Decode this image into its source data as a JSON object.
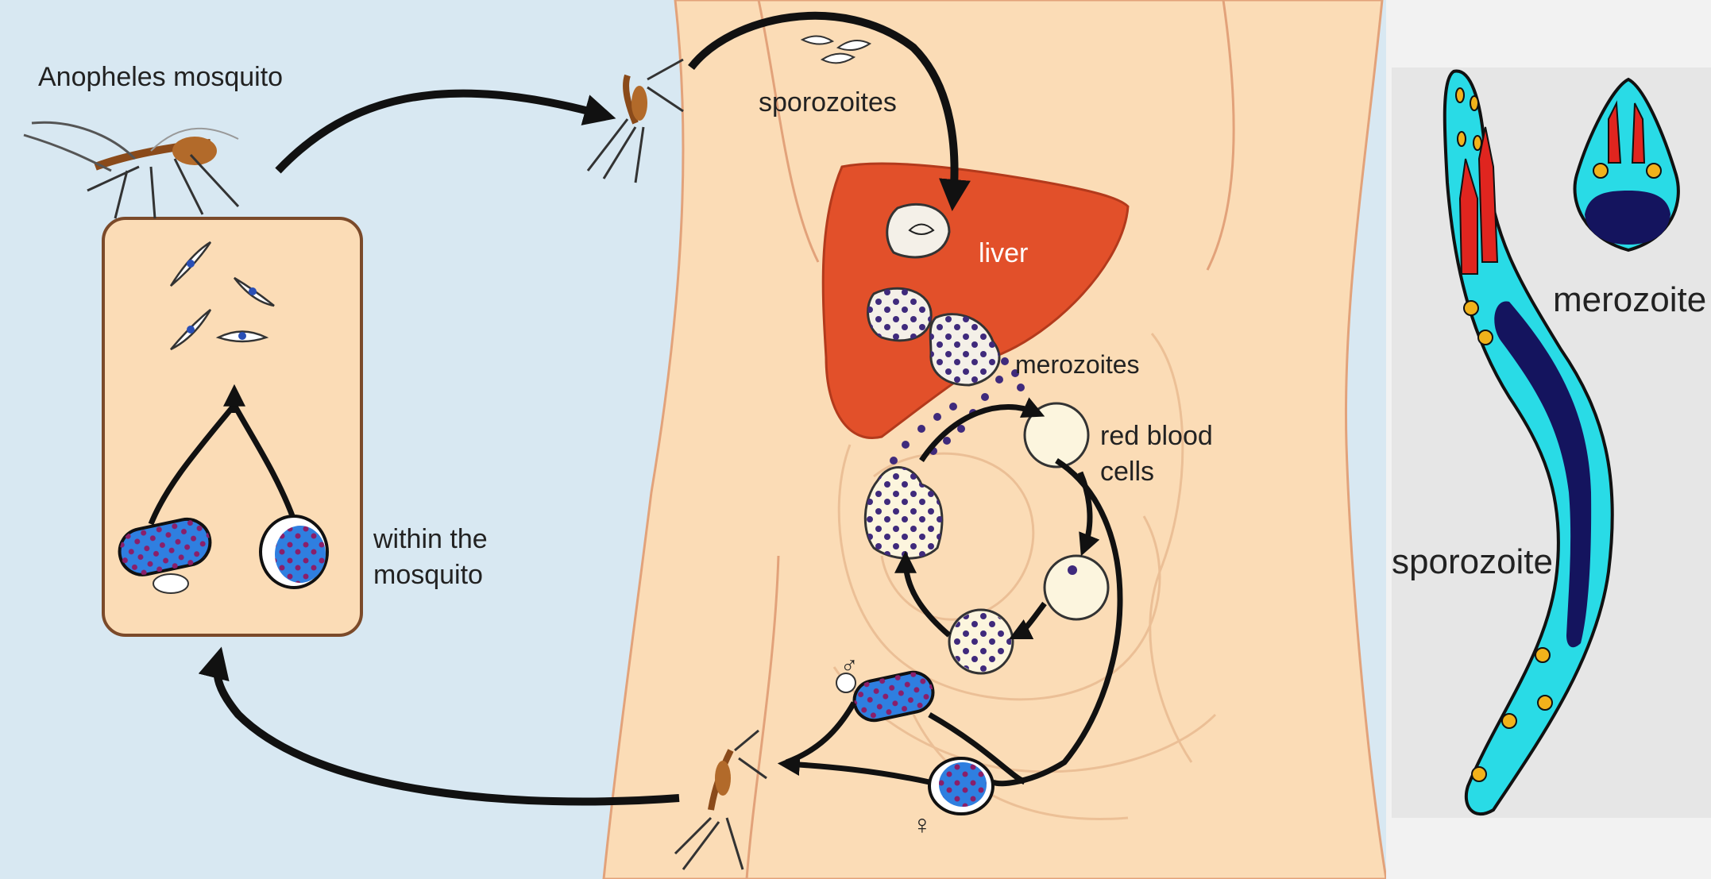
{
  "labels": {
    "mosquito": "Anopheles mosquito",
    "within1": "within the",
    "within2": "mosquito",
    "sporozoites": "sporozoites",
    "liver": "liver",
    "merozoites": "merozoites",
    "rbc1": "red blood",
    "rbc2": "cells",
    "merozoite": "merozoite",
    "sporozoite": "sporozoite"
  },
  "symbols": {
    "male": "♂",
    "female": "♀"
  },
  "colors": {
    "sky": "#d8e8f2",
    "skin": "#fbdcb6",
    "liver": "#e2502a",
    "gametocyte": "#2f7fe0",
    "parasite_dot": "#6a2a8c",
    "cyan": "#29dbe6",
    "navy": "#14145e",
    "red_organelle": "#e0251f",
    "yellow_organelle": "#f1b21b",
    "panel_bg": "#e8e8e8"
  }
}
